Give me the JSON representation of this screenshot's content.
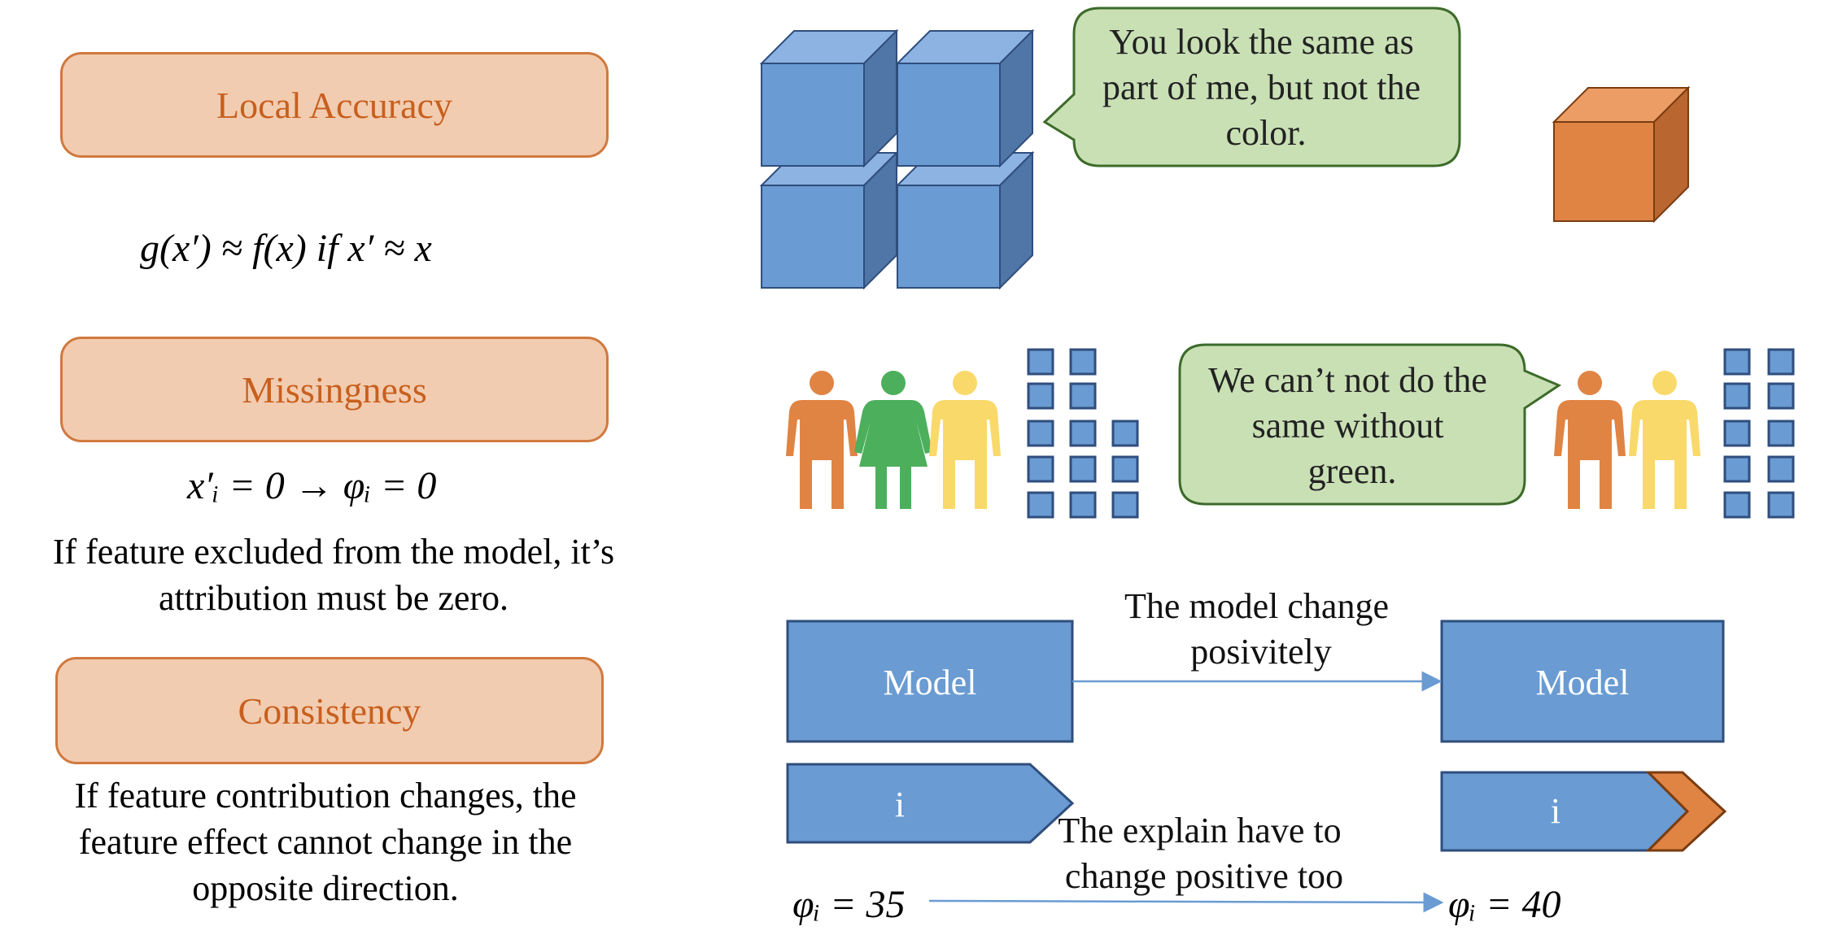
{
  "left": {
    "local_accuracy": {
      "title": "Local Accuracy",
      "formula": "g(x′) ≈ f(x) if x′ ≈ x"
    },
    "missingness": {
      "title": "Missingness",
      "formula": "x′ᵢ = 0 → φᵢ = 0",
      "desc": [
        "If feature excluded from the model, it’s",
        "attribution must be zero."
      ]
    },
    "consistency": {
      "title": "Consistency",
      "desc": [
        "If feature contribution changes, the",
        "feature effect cannot change in the",
        "opposite direction."
      ]
    }
  },
  "right": {
    "bubble1": [
      "You look the same as",
      "part of me, but not the",
      "color."
    ],
    "bubble2": [
      "We can’t not do the",
      "same without",
      "green."
    ],
    "model_label_left": "Model",
    "model_label_right": "Model",
    "arrow_label_top": [
      "The model change",
      "posivitely"
    ],
    "feature_left": "i",
    "feature_right": "i",
    "arrow_label_bottom": [
      "The explain have to",
      "change positive too"
    ],
    "phi_left": "φᵢ = 35",
    "phi_right": "φᵢ = 40"
  },
  "colors": {
    "blue": "#6a9bd2",
    "blue_dark": "#2f4e7d",
    "orange": "#e08444",
    "green": "#4caf5c",
    "yellow": "#f9d96a",
    "bubble": "#c9e0b5",
    "pill_fill": "#f2ccb0",
    "pill_text": "#c85f1e"
  }
}
